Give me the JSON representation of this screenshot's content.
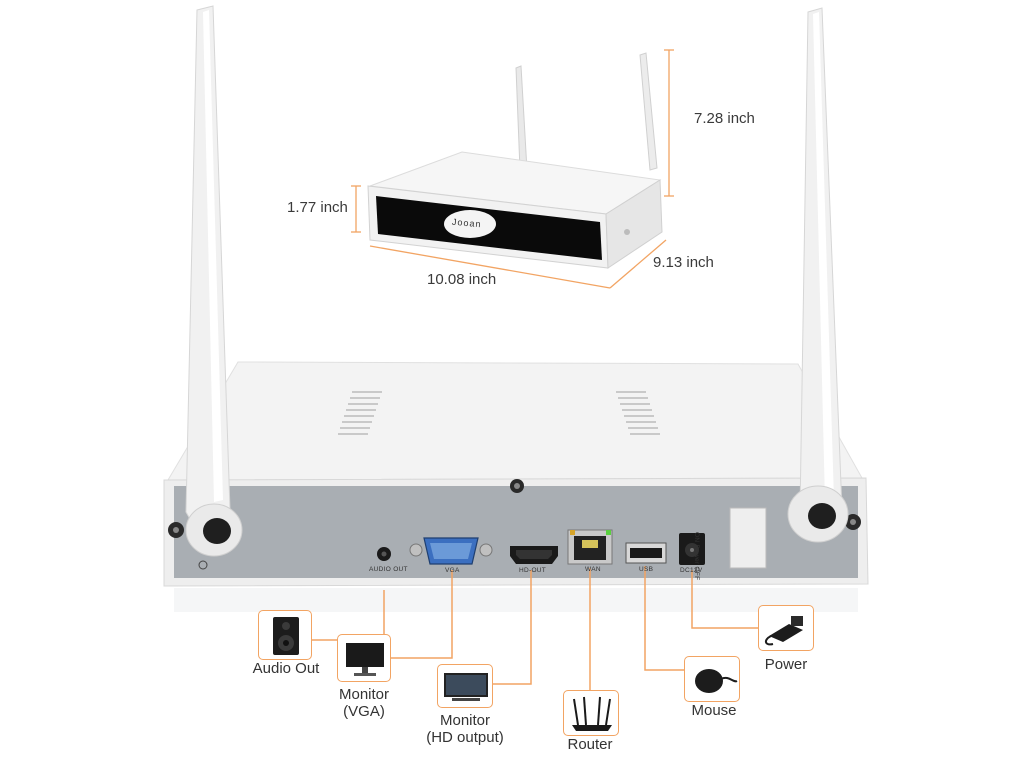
{
  "colors": {
    "accent_line": "#f2a463",
    "device_body": "#f4f4f4",
    "panel": "#a9aeb3"
  },
  "dimensions": {
    "height": "7.28 inch",
    "thickness": "1.77 inch",
    "width": "10.08 inch",
    "depth": "9.13 inch"
  },
  "brand": "Jooan",
  "ports": {
    "audio_out": "AUDIO OUT",
    "vga": "VGA",
    "hd_out": "HD-OUT",
    "wan": "WAN",
    "usb": "USB",
    "dc": "DC12V",
    "power_switch": "ON  Power  OFF"
  },
  "connections": {
    "audio_out": "Audio Out",
    "monitor_vga_line1": "Monitor",
    "monitor_vga_line2": "(VGA)",
    "monitor_hd_line1": "Monitor",
    "monitor_hd_line2": "(HD output)",
    "router": "Router",
    "mouse": "Mouse",
    "power": "Power"
  },
  "icons": {
    "speaker": "speaker-icon",
    "monitor_vga": "monitor-icon",
    "tv": "tv-icon",
    "router": "router-icon",
    "mouse": "mouse-icon",
    "power_adapter": "power-adapter-icon"
  }
}
